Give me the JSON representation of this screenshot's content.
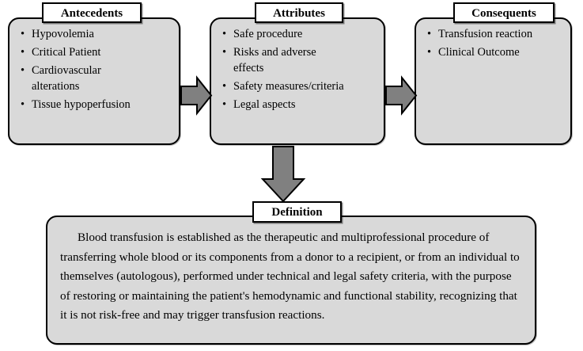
{
  "figure": {
    "kind": "concept-analysis-diagram",
    "palette": {
      "box_fill": "#d9d9d9",
      "box_border": "#000000",
      "caption_fill": "#ffffff",
      "arrow_fill": "#808080",
      "arrow_border": "#000000",
      "page_background": "#ffffff",
      "text": "#000000"
    }
  },
  "columns": [
    {
      "id": "antecedents",
      "caption": "Antecedents",
      "items": [
        {
          "text": "Hypovolemia",
          "continuation": false
        },
        {
          "text": "Critical Patient",
          "continuation": false
        },
        {
          "text": "Cardiovascular",
          "continuation": false
        },
        {
          "text": "alterations",
          "continuation": true
        },
        {
          "text": "Tissue hypoperfusion",
          "continuation": false
        }
      ]
    },
    {
      "id": "attributes",
      "caption": "Attributes",
      "items": [
        {
          "text": "Safe procedure",
          "continuation": false
        },
        {
          "text": "Risks and adverse",
          "continuation": false
        },
        {
          "text": "effects",
          "continuation": true
        },
        {
          "text": "Safety measures/criteria",
          "continuation": false
        },
        {
          "text": "Legal aspects",
          "continuation": false
        }
      ]
    },
    {
      "id": "consequents",
      "caption": "Consequents",
      "items": [
        {
          "text": "Transfusion reaction",
          "continuation": false
        },
        {
          "text": "Clinical Outcome",
          "continuation": false
        }
      ]
    }
  ],
  "definition": {
    "caption": "Definition",
    "body": "Blood transfusion is established as the therapeutic and multiprofessional procedure of transferring whole blood or its components from a donor to a recipient, or from an individual to themselves (autologous), performed under technical and legal safety criteria, with the purpose of restoring or maintaining the patient's hemodynamic and functional stability, recognizing that it is not risk-free and may trigger transfusion reactions."
  },
  "arrows": [
    {
      "id": "antecedents-to-attributes",
      "direction": "right"
    },
    {
      "id": "attributes-to-consequents",
      "direction": "right"
    },
    {
      "id": "attributes-to-definition",
      "direction": "down"
    }
  ]
}
